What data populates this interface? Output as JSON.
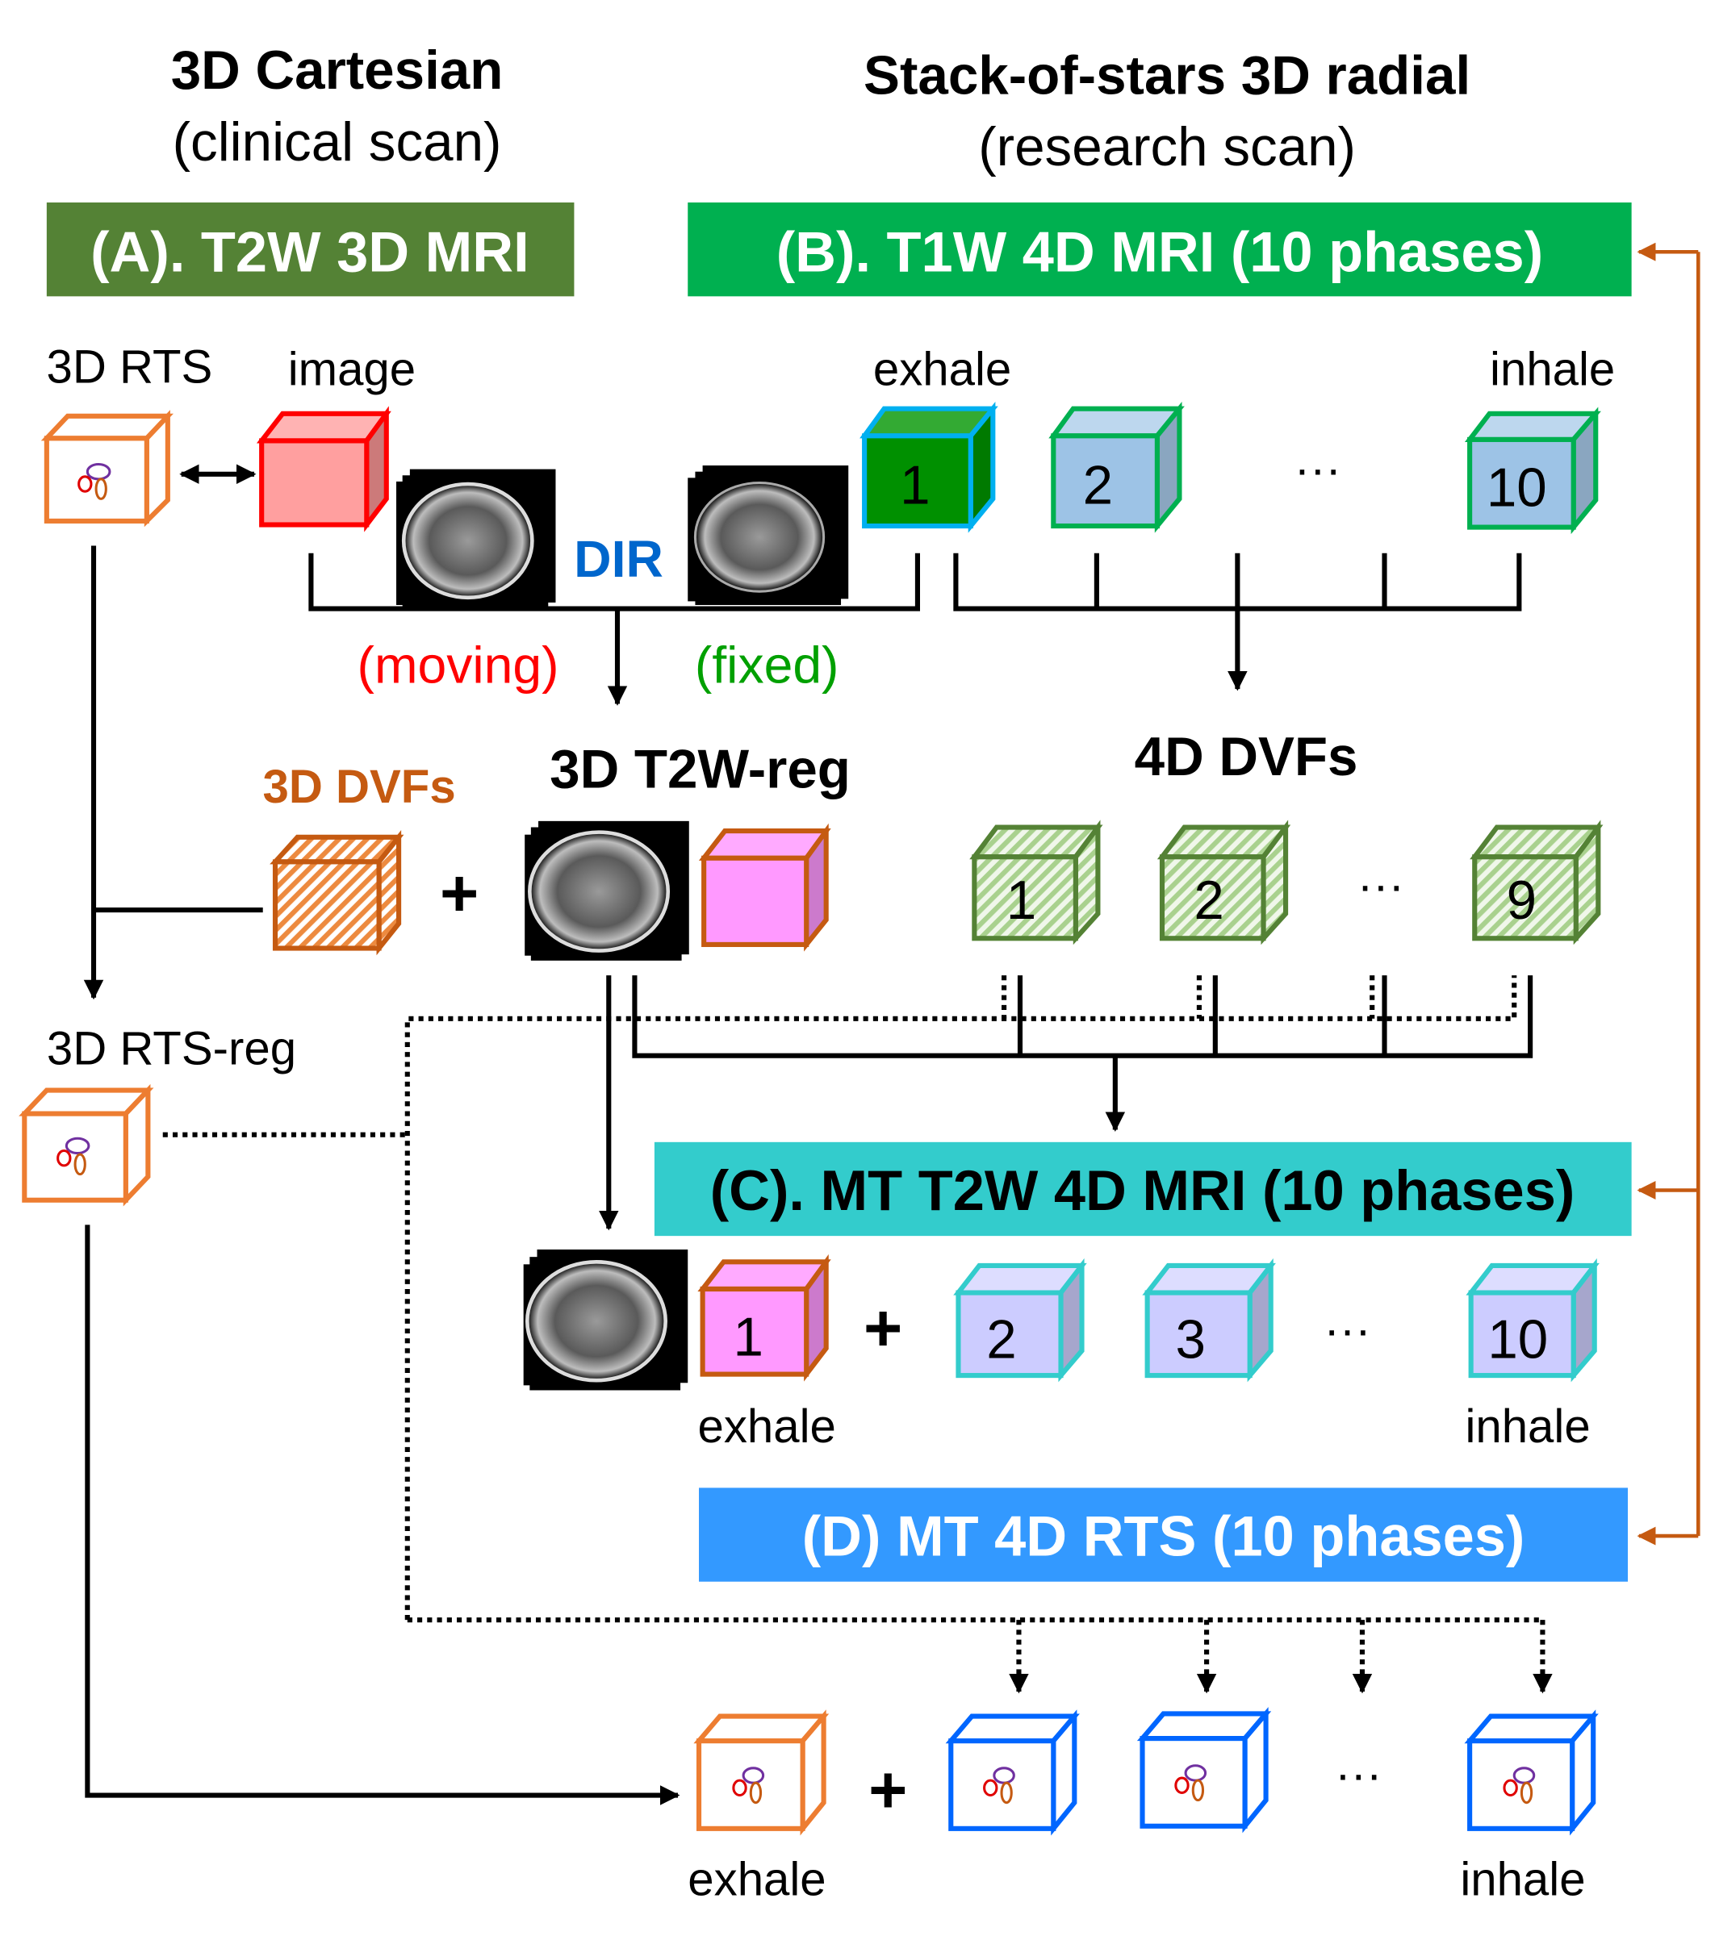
{
  "headers": {
    "left_title": "3D Cartesian",
    "left_subtitle": "(clinical scan)",
    "right_title": "Stack-of-stars 3D radial",
    "right_subtitle": "(research scan)"
  },
  "bands": {
    "A": {
      "label": "(A). T2W 3D MRI",
      "color": "#548235"
    },
    "B": {
      "label": "(B). T1W 4D MRI (10 phases)",
      "color": "#00b050"
    },
    "C": {
      "label": "(C). MT T2W 4D MRI (10 phases)",
      "color": "#33cccc"
    },
    "D": {
      "label": "(D) MT 4D RTS (10 phases)",
      "color": "#3399ff"
    }
  },
  "labels": {
    "rts_3d": "3D RTS",
    "image": "image",
    "dir": "DIR",
    "moving": "(moving)",
    "fixed": "(fixed)",
    "dvfs_3d": "3D DVFs",
    "t2w_reg": "3D T2W-reg",
    "dvfs_4d": "4D DVFs",
    "rts_reg": "3D RTS-reg",
    "plus": "+",
    "ellipsis": "···",
    "exhale": "exhale",
    "inhale": "inhale"
  },
  "t1w_phases": [
    "1",
    "2",
    "10"
  ],
  "dvf_phases": [
    "1",
    "2",
    "9"
  ],
  "mt_t2w_phases": [
    "1",
    "2",
    "3",
    "10"
  ],
  "colors": {
    "moving": "#ff0000",
    "fixed": "#00a000",
    "dir": "#0066cc",
    "dvf3d": "#c55a11",
    "rts_orange": "#ed7d31",
    "rts_blue": "#0066ff",
    "feedback_arrow": "#c55a11"
  }
}
